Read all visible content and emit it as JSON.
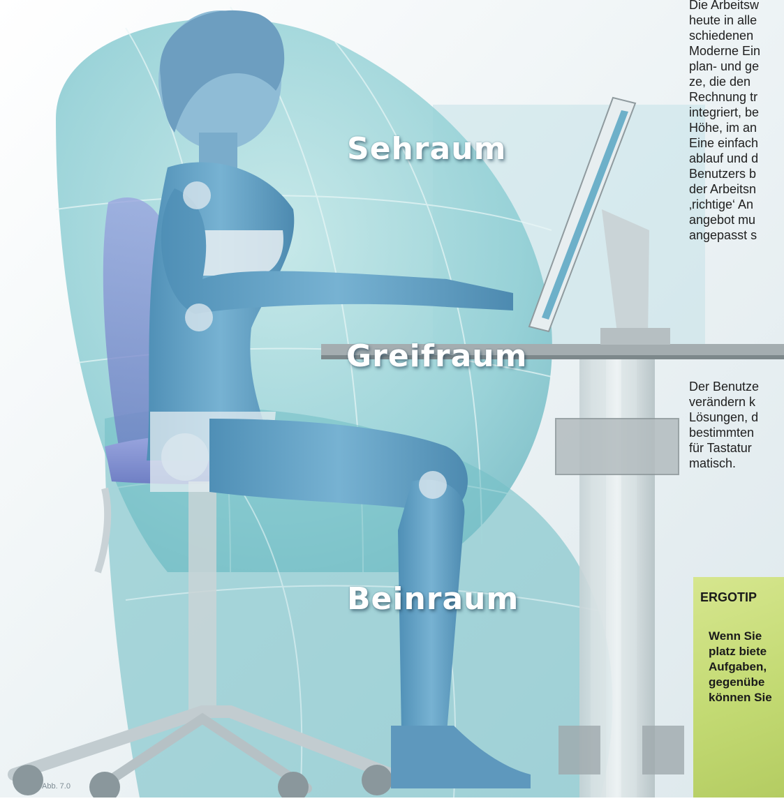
{
  "illustration": {
    "zones": {
      "seh": "Sehraum",
      "greif": "Greifraum",
      "bein": "Beinraum"
    },
    "colors": {
      "body": "#5d9fc4",
      "zone": "#9fd8dc",
      "chair": "#8f9bd8",
      "table": "#9aa3a6",
      "monitor": "#7dbad1"
    }
  },
  "text_upper": [
    "Die Arbeitsw",
    "heute in alle",
    "schiedenen",
    "Moderne Ein",
    "plan- und ge",
    "ze, die den",
    "Rechnung tr",
    "integriert, be",
    "Höhe, im an",
    "Eine einfach",
    "ablauf und d",
    "Benutzers b",
    "der Arbeitsn",
    "‚richtige‘ An",
    "angebot mu",
    "angepasst s"
  ],
  "text_lower": [
    "Der Benutze",
    "verändern k",
    "Lösungen, d",
    "bestimmten",
    "für Tastatur",
    "matisch."
  ],
  "tip": {
    "title": "ERGOTIP",
    "lines": [
      "Wenn Sie",
      "platz biete",
      "Aufgaben,",
      "gegenübe",
      "können Sie"
    ]
  },
  "caption": "Abb. 7.0"
}
